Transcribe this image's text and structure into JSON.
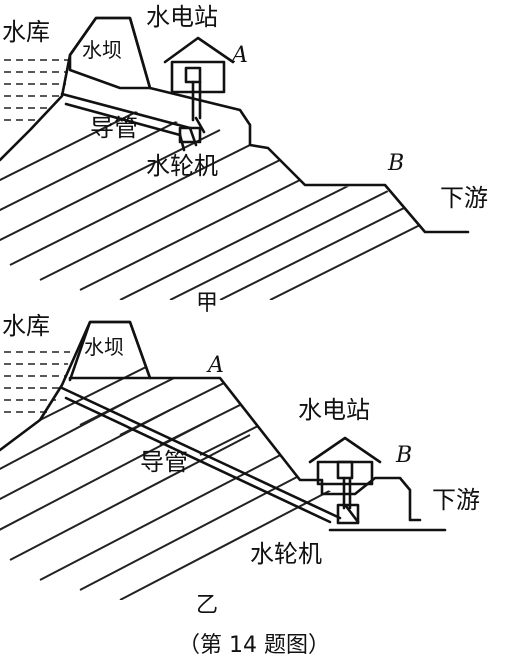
{
  "diagram_a": {
    "reservoir": "水库",
    "dam": "水坝",
    "station": "水电站",
    "point_a": "A",
    "pipe": "导管",
    "turbine": "水轮机",
    "point_b": "B",
    "downstream": "下游",
    "caption": "甲"
  },
  "diagram_b": {
    "reservoir": "水库",
    "dam": "水坝",
    "point_a": "A",
    "station": "水电站",
    "point_b": "B",
    "pipe": "导管",
    "downstream": "下游",
    "turbine": "水轮机",
    "caption": "乙"
  },
  "figure_caption": "（第 14 题图）"
}
